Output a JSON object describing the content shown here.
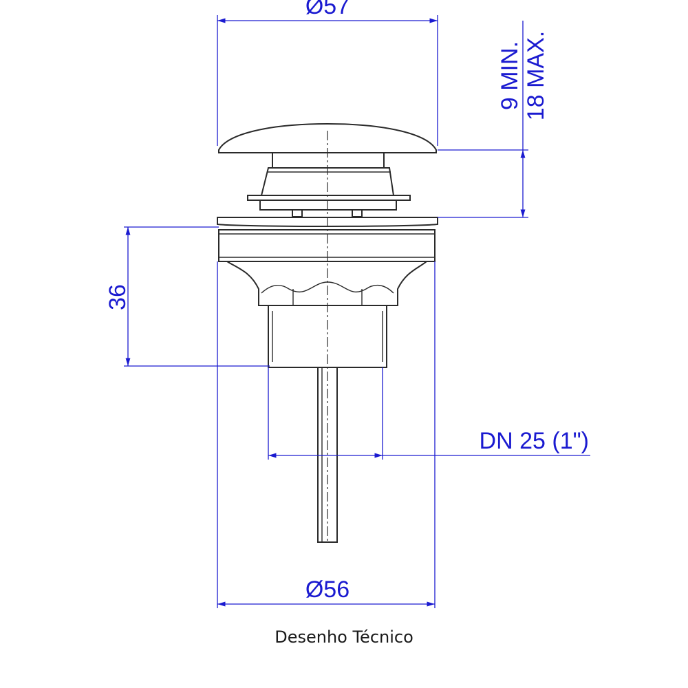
{
  "dimensions": {
    "top_diameter": "Ø57",
    "bottom_diameter": "Ø56",
    "height": "36",
    "adjust_min": "9 MIN.",
    "adjust_max": "18 MAX.",
    "thread": "DN  25 (1\")"
  },
  "caption": "Desenho Técnico",
  "colors": {
    "dimension": "#1a1ad0",
    "outline": "#2a2a2a"
  }
}
